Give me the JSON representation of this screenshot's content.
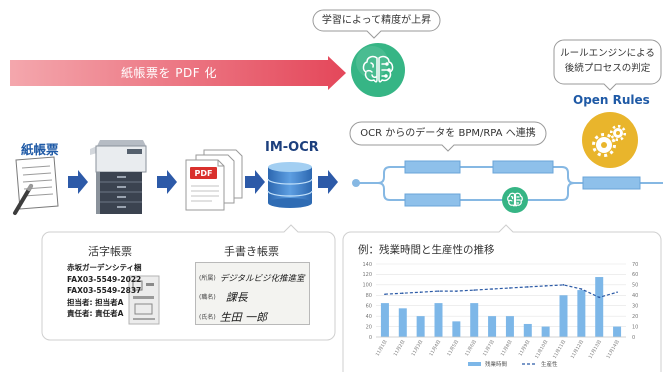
{
  "colors": {
    "pdf_arrow_start": "#f4a7ad",
    "pdf_arrow_end": "#e4475a",
    "flow_blue": "#2d5aa8",
    "line_blue": "#86b8e3",
    "box_blue": "#8ec0ea",
    "learning_green": "#36b585",
    "rules_yellow": "#e9b52c",
    "pdf_red": "#d9302c",
    "database_blue": "#3e7fc9"
  },
  "icons": {
    "learning": "brain-icon",
    "rules": "gears-icon",
    "paper": "paper-document-icon",
    "writing": "pen-icon",
    "scanner": "copier-icon",
    "pdf": "pdf-files-icon",
    "ocr": "database-icon"
  },
  "pdf_conversion": {
    "label": "紙帳票を PDF 化"
  },
  "learning_callout": {
    "text": "学習によって精度が上昇"
  },
  "rules_callout": {
    "line1": "ルールエンジンによる",
    "line2": "後続プロセスの判定"
  },
  "open_rules": {
    "label": "Open Rules"
  },
  "pipeline": {
    "paper_label": "紙帳票",
    "pdf_badge": "PDF",
    "ocr_label": "IM-OCR"
  },
  "bpm_callout": {
    "text": "OCR からのデータを BPM/RPA へ連携"
  },
  "samples": {
    "printed": {
      "title": "活字帳票",
      "lines": [
        "赤坂ガーデンシティ梱",
        "FAX03-5549-2022",
        "FAX03-5549-2837",
        "担当者: 担当者A",
        "責任者: 責任者A"
      ]
    },
    "handwritten": {
      "title": "手書き帳票",
      "fields": [
        {
          "label": "(所属)",
          "value": "デジタルビジ化推進室"
        },
        {
          "label": "(職名)",
          "value": "課長"
        },
        {
          "label": "(氏名)",
          "value": "生田 一郎"
        }
      ]
    }
  },
  "chart_data": {
    "type": "bar",
    "title": "例：残業時間と生産性の推移",
    "categories": [
      "11月1日",
      "11月2日",
      "11月3日",
      "11月4日",
      "11月5日",
      "11月6日",
      "11月7日",
      "11月8日",
      "11月9日",
      "11月10日",
      "11月11日",
      "11月12日",
      "11月13日",
      "11月14日"
    ],
    "series": [
      {
        "name": "残業時間",
        "type": "bar",
        "axis": "left",
        "values": [
          65,
          55,
          40,
          65,
          30,
          65,
          40,
          40,
          25,
          20,
          80,
          90,
          115,
          20
        ]
      },
      {
        "name": "生産性",
        "type": "line",
        "style": "dashed",
        "axis": "right",
        "values": [
          41,
          42,
          43,
          44,
          44,
          45,
          46,
          47,
          48,
          49,
          50,
          46,
          38,
          43
        ]
      }
    ],
    "ylim": [
      0,
      140
    ],
    "yticks": [
      0,
      20,
      40,
      60,
      80,
      100,
      120,
      140
    ],
    "y2lim": [
      0,
      70
    ],
    "y2ticks": [
      0,
      10,
      20,
      30,
      40,
      50,
      60,
      70
    ],
    "grid": true,
    "legend": "bottom",
    "colors": {
      "bars": "#7db7e8",
      "line": "#2b5aa6"
    }
  }
}
